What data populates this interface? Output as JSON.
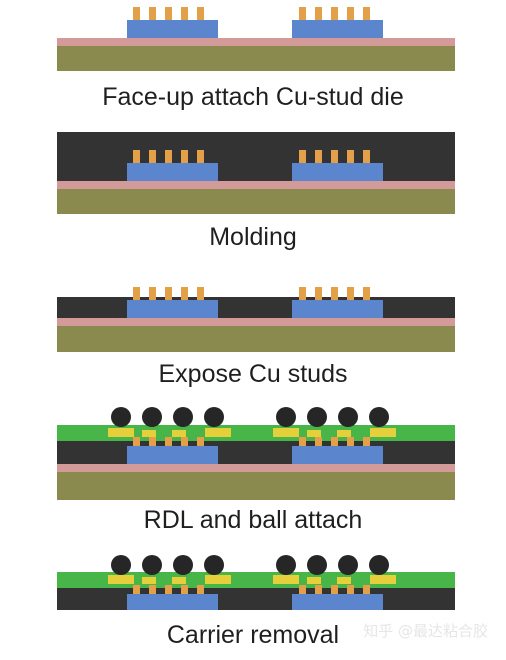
{
  "steps": [
    {
      "caption": "Face-up attach Cu-stud die"
    },
    {
      "caption": "Molding"
    },
    {
      "caption": "Expose Cu studs"
    },
    {
      "caption": "RDL and ball attach"
    },
    {
      "caption": "Carrier removal"
    }
  ],
  "watermark": "知乎 @最达粘合胶",
  "colors": {
    "carrier": "#8a8a4e",
    "adhesive": "#d39a9a",
    "die": "#5b86cd",
    "cu_stud": "#e3a048",
    "mold": "#333333",
    "rdl": "#48b548",
    "pad": "#e5cf3a",
    "ball": "#262626"
  }
}
